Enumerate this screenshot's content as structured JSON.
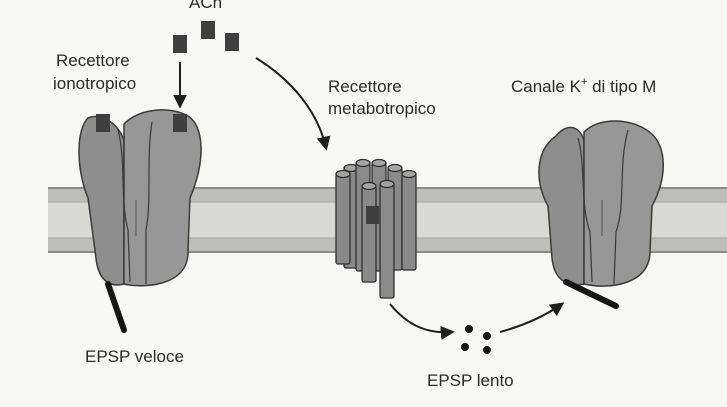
{
  "labels": {
    "ach": "ACh",
    "ionotropic_line1": "Recettore",
    "ionotropic_line2": "ionotropico",
    "metabotropic_line1": "Recettore",
    "metabotropic_line2": "metabotropico",
    "k_channel_prefix": "Canale K",
    "k_channel_sup": "+",
    "k_channel_suffix": " di tipo M",
    "epsp_fast": "EPSP veloce",
    "epsp_slow": "EPSP lento"
  },
  "colors": {
    "background": "#f7f7f5",
    "membrane_fill": "#d8d8d4",
    "membrane_edge": "#9a9a98",
    "protein_fill": "#8e8e8e",
    "protein_stroke": "#3a3a3a",
    "ligand": "#3f3f3f",
    "arrow": "#1e1e1e"
  }
}
